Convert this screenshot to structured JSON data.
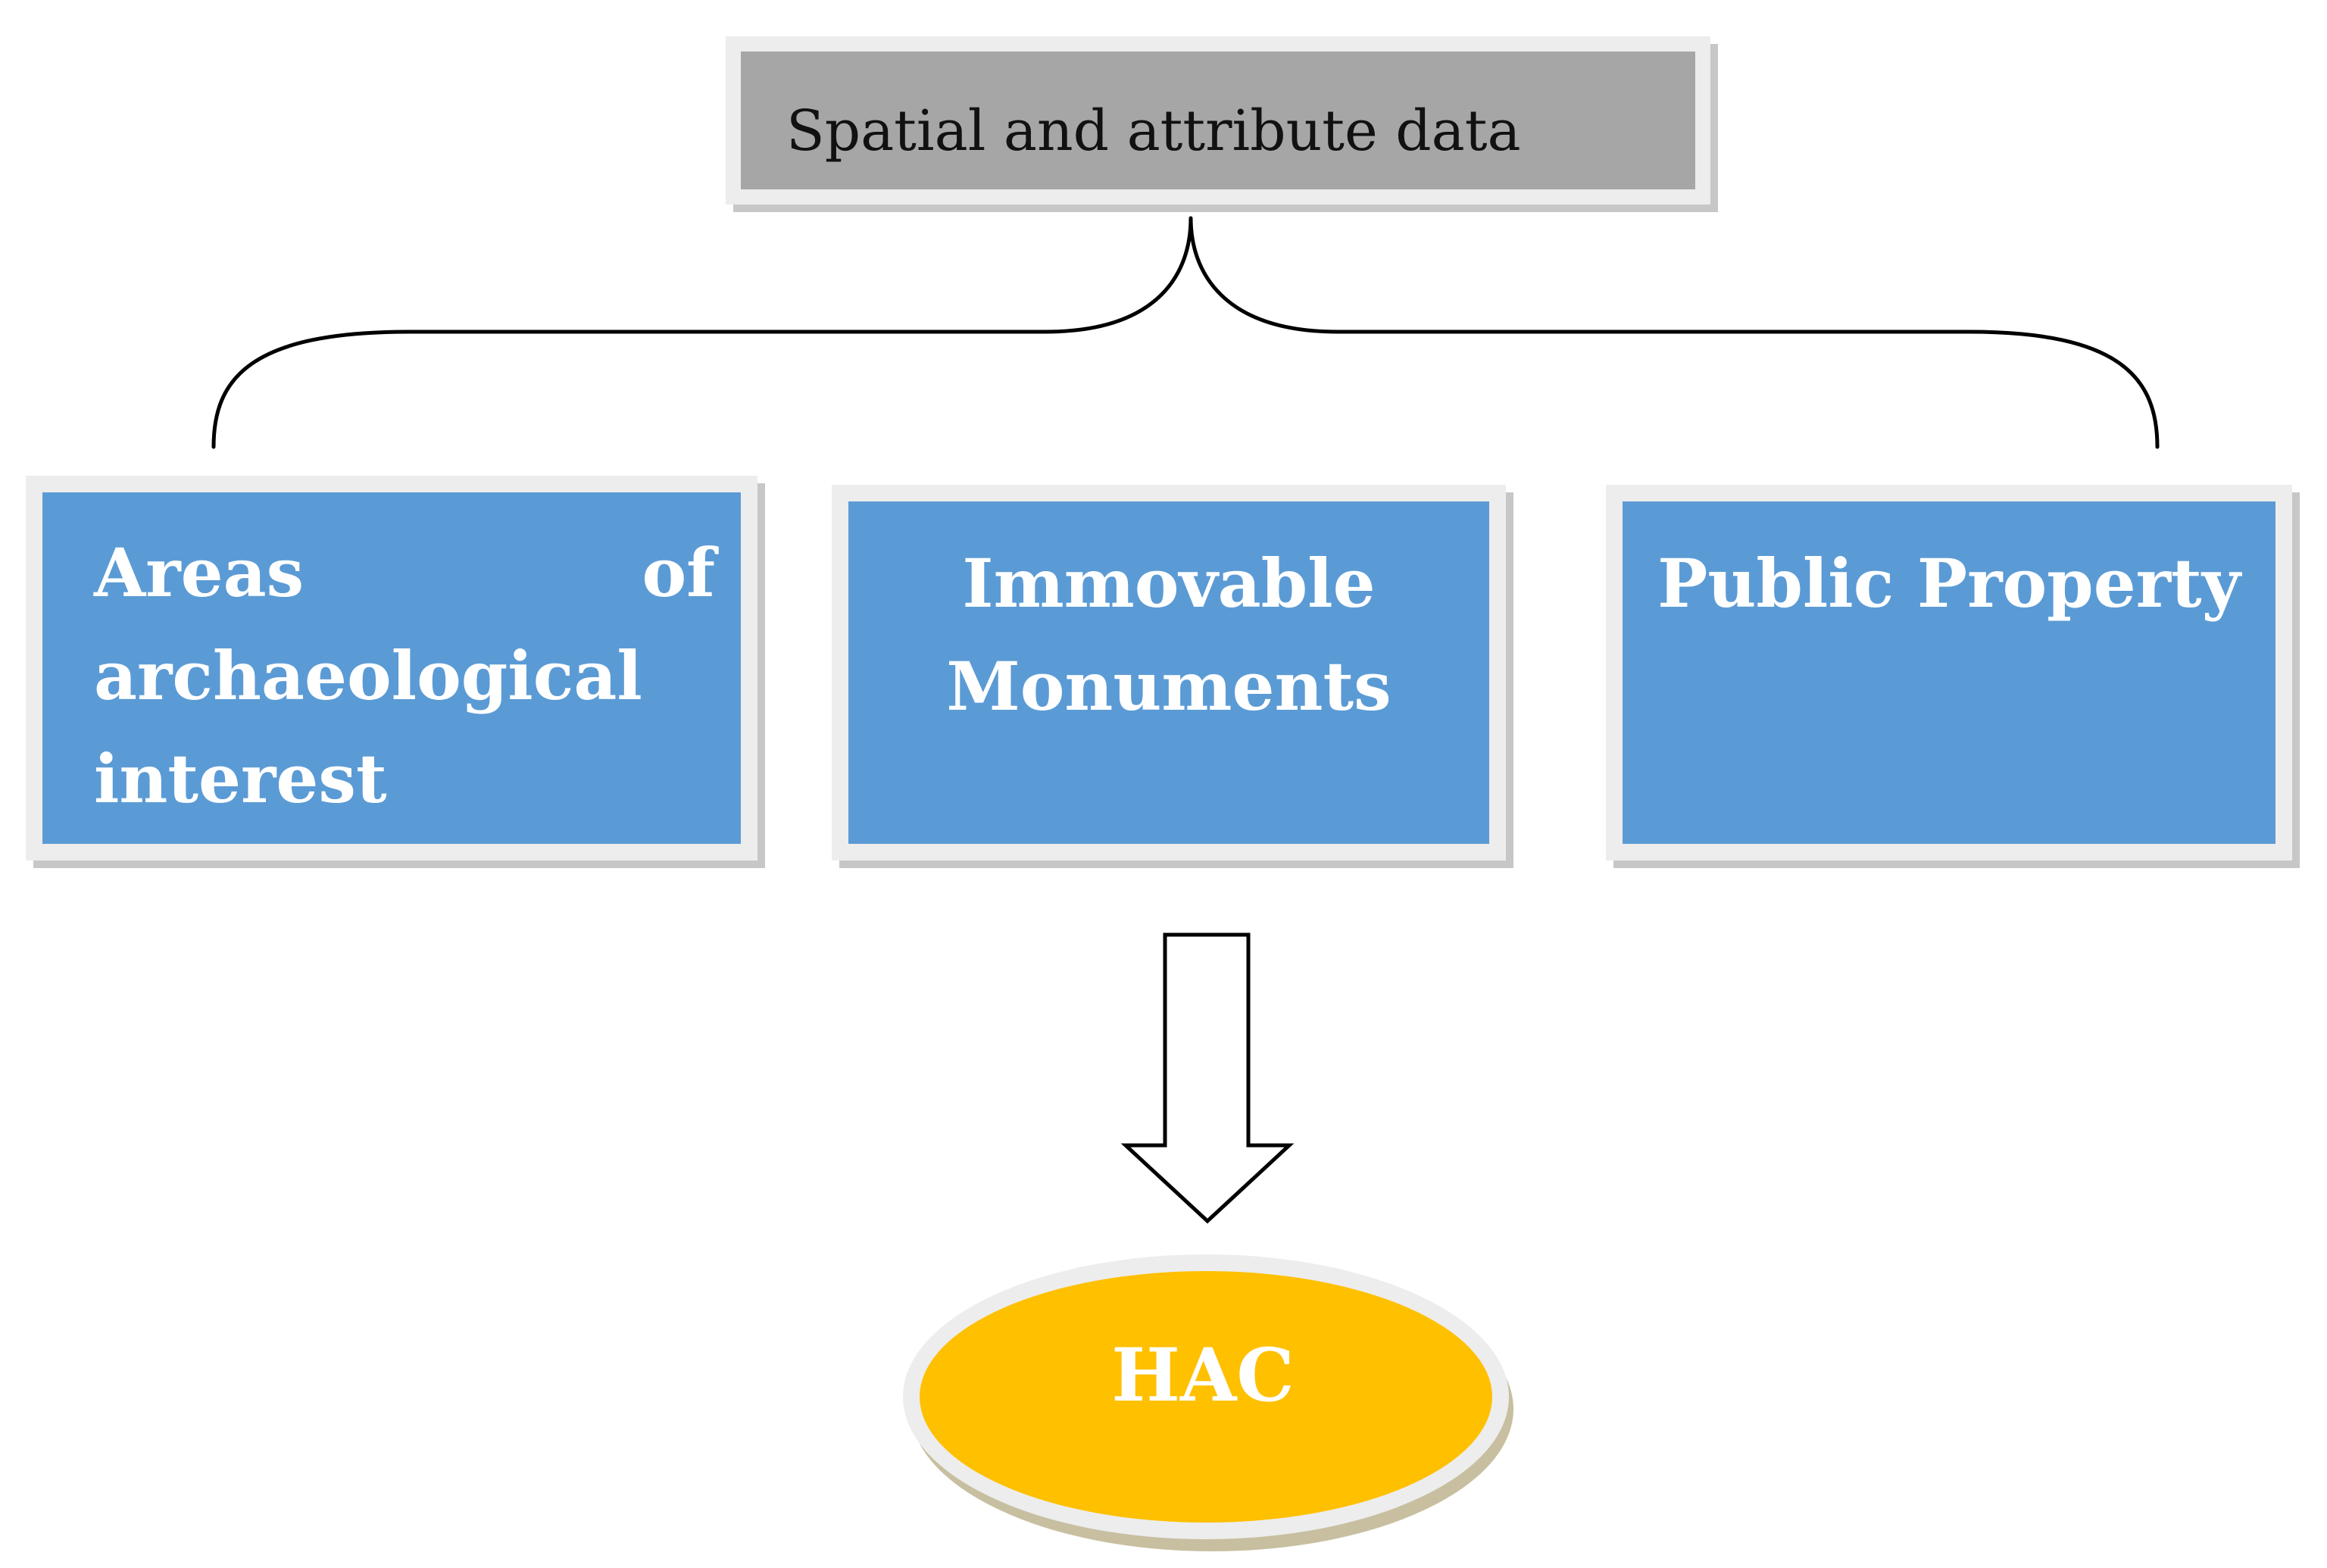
{
  "diagram": {
    "source": {
      "label": "Spatial and attribute data"
    },
    "categories": [
      {
        "label": "Areas of archaeological interest"
      },
      {
        "label": "Immovable Monuments"
      },
      {
        "label": "Public Property"
      }
    ],
    "result": {
      "label": "HAC"
    }
  },
  "colors": {
    "source_box": "#a6a6a6",
    "category_box": "#5b9bd5",
    "result_ellipse": "#ffc000",
    "frame": "#ededed",
    "shadow": "#c7c7c7"
  }
}
